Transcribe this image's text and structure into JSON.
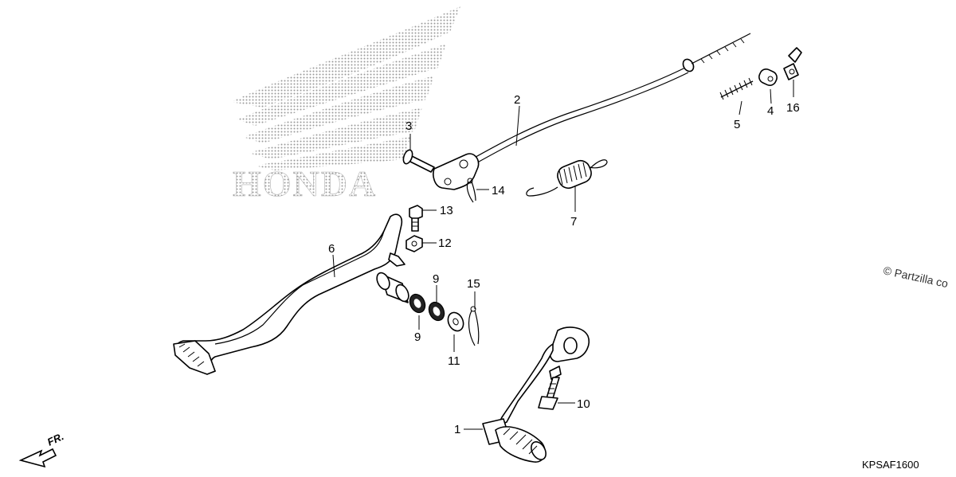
{
  "diagram": {
    "callouts": [
      "1",
      "2",
      "3",
      "4",
      "5",
      "6",
      "7",
      "9",
      "9",
      "10",
      "11",
      "12",
      "13",
      "14",
      "15",
      "16"
    ],
    "watermark": "© Partzilla co",
    "diagram_code": "KPSAF1600",
    "front_marker": "FR.",
    "logo_text": "HONDA",
    "colors": {
      "line": "#000000",
      "logo_dots": "#9a9a9a",
      "background": "#ffffff"
    }
  }
}
